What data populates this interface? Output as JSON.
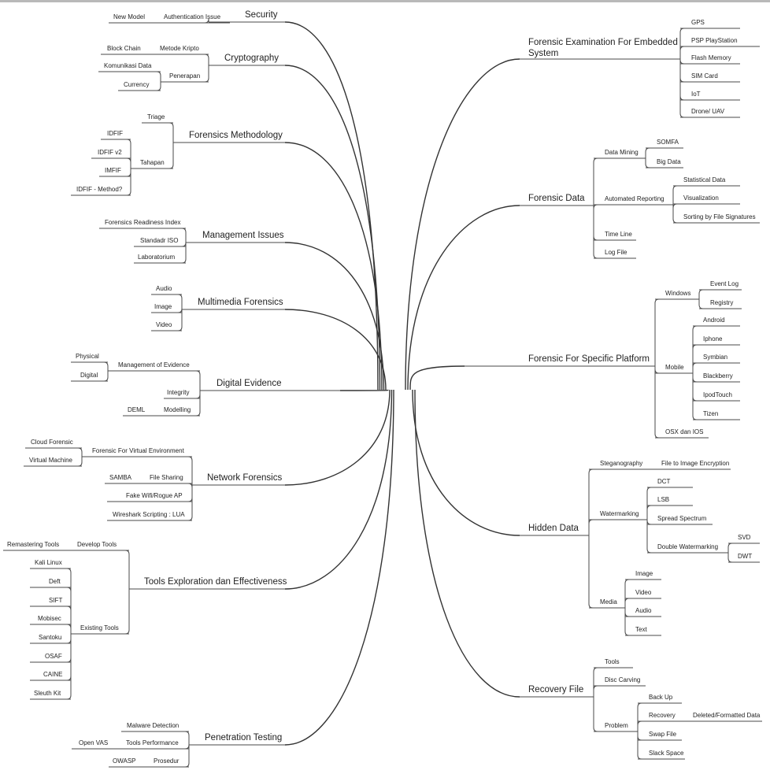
{
  "mindmap": {
    "left_branches": [
      {
        "label": "Security",
        "children": [
          {
            "label": "Authentication Issue",
            "children": [
              {
                "label": "New Model"
              }
            ]
          }
        ]
      },
      {
        "label": "Cryptography",
        "children": [
          {
            "label": "Metode Kripto",
            "children": [
              {
                "label": "Block Chain"
              }
            ]
          },
          {
            "label": "Penerapan",
            "children": [
              {
                "label": "Komunikasi Data"
              },
              {
                "label": "Currency"
              }
            ]
          }
        ]
      },
      {
        "label": "Forensics Methodology",
        "children": [
          {
            "label": "Triage"
          },
          {
            "label": "Tahapan",
            "children": [
              {
                "label": "IDFIF"
              },
              {
                "label": "IDFIF v2"
              },
              {
                "label": "IMFIF"
              },
              {
                "label": "IDFIF - Method?"
              }
            ]
          }
        ]
      },
      {
        "label": "Management Issues",
        "children": [
          {
            "label": "Forensics Readiness Index"
          },
          {
            "label": "Standadr ISO"
          },
          {
            "label": "Laboratorium"
          }
        ]
      },
      {
        "label": "Multimedia Forensics",
        "children": [
          {
            "label": "Audio"
          },
          {
            "label": "Image"
          },
          {
            "label": "Video"
          }
        ]
      },
      {
        "label": "Digital Evidence",
        "children": [
          {
            "label": "Management  of Evidence",
            "children": [
              {
                "label": "Physical"
              },
              {
                "label": "Digital"
              }
            ]
          },
          {
            "label": "Integrity"
          },
          {
            "label": "Modelling",
            "children": [
              {
                "label": "DEML"
              }
            ]
          }
        ]
      },
      {
        "label": "Network Forensics",
        "children": [
          {
            "label": "Forensic For Virtual Environment",
            "children": [
              {
                "label": "Cloud Forensic"
              },
              {
                "label": "Virtual Machine"
              }
            ]
          },
          {
            "label": "File Sharing",
            "children": [
              {
                "label": "SAMBA"
              }
            ]
          },
          {
            "label": "Fake Wifi/Rogue AP"
          },
          {
            "label": "Wireshark Scripting : LUA"
          }
        ]
      },
      {
        "label": "Tools Exploration dan Effectiveness",
        "children": [
          {
            "label": "Develop Tools",
            "children": [
              {
                "label": "Remastering Tools"
              }
            ]
          },
          {
            "label": "Existing Tools",
            "children": [
              {
                "label": "Kali Linux"
              },
              {
                "label": "Deft"
              },
              {
                "label": "SIFT"
              },
              {
                "label": "Mobisec"
              },
              {
                "label": "Santoku"
              },
              {
                "label": "OSAF"
              },
              {
                "label": "CAINE"
              },
              {
                "label": "Sleuth Kit"
              }
            ]
          }
        ]
      },
      {
        "label": "Penetration Testing",
        "children": [
          {
            "label": "Malware Detection"
          },
          {
            "label": "Tools Performance",
            "children": [
              {
                "label": "Open VAS"
              }
            ]
          },
          {
            "label": "Prosedur",
            "children": [
              {
                "label": "OWASP"
              }
            ]
          }
        ]
      }
    ],
    "right_branches": [
      {
        "label": "Forensic Examination For Embedded System",
        "children": [
          {
            "label": "GPS"
          },
          {
            "label": "PSP PlayStation"
          },
          {
            "label": "Flash Memory"
          },
          {
            "label": "SIM Card"
          },
          {
            "label": "IoT"
          },
          {
            "label": "Drone/ UAV"
          }
        ]
      },
      {
        "label": "Forensic Data",
        "children": [
          {
            "label": "Data Mining",
            "children": [
              {
                "label": "SOMFA"
              },
              {
                "label": "Big Data"
              }
            ]
          },
          {
            "label": "Automated Reporting",
            "children": [
              {
                "label": "Statistical Data"
              },
              {
                "label": "Visualization"
              },
              {
                "label": "Sorting by File Signatures"
              }
            ]
          },
          {
            "label": "Time Line"
          },
          {
            "label": "Log File"
          }
        ]
      },
      {
        "label": "Forensic For Specific Platform",
        "children": [
          {
            "label": "Windows",
            "children": [
              {
                "label": "Event Log"
              },
              {
                "label": "Registry"
              }
            ]
          },
          {
            "label": "Mobile",
            "children": [
              {
                "label": "Android"
              },
              {
                "label": "Iphone"
              },
              {
                "label": "Symbian"
              },
              {
                "label": "Blackberry"
              },
              {
                "label": "IpodTouch"
              },
              {
                "label": "Tizen"
              }
            ]
          },
          {
            "label": "OSX dan IOS"
          }
        ]
      },
      {
        "label": "Hidden Data",
        "children": [
          {
            "label": "Steganography",
            "children": [
              {
                "label": "File to Image Encryption"
              }
            ]
          },
          {
            "label": "Watermarking",
            "children": [
              {
                "label": "DCT"
              },
              {
                "label": "LSB"
              },
              {
                "label": "Spread Spectrum"
              },
              {
                "label": "Double Watermarking",
                "children": [
                  {
                    "label": "SVD"
                  },
                  {
                    "label": "DWT"
                  }
                ]
              }
            ]
          },
          {
            "label": "Media",
            "children": [
              {
                "label": "Image"
              },
              {
                "label": "Video"
              },
              {
                "label": "Audio"
              },
              {
                "label": "Text"
              }
            ]
          }
        ]
      },
      {
        "label": "Recovery File",
        "children": [
          {
            "label": "Tools"
          },
          {
            "label": "Disc Carving"
          },
          {
            "label": "Problem",
            "children": [
              {
                "label": "Back Up"
              },
              {
                "label": "Recovery",
                "children": [
                  {
                    "label": "Deleted/Formatted Data"
                  }
                ]
              },
              {
                "label": "Swap File"
              },
              {
                "label": "Slack Space"
              }
            ]
          }
        ]
      }
    ]
  }
}
